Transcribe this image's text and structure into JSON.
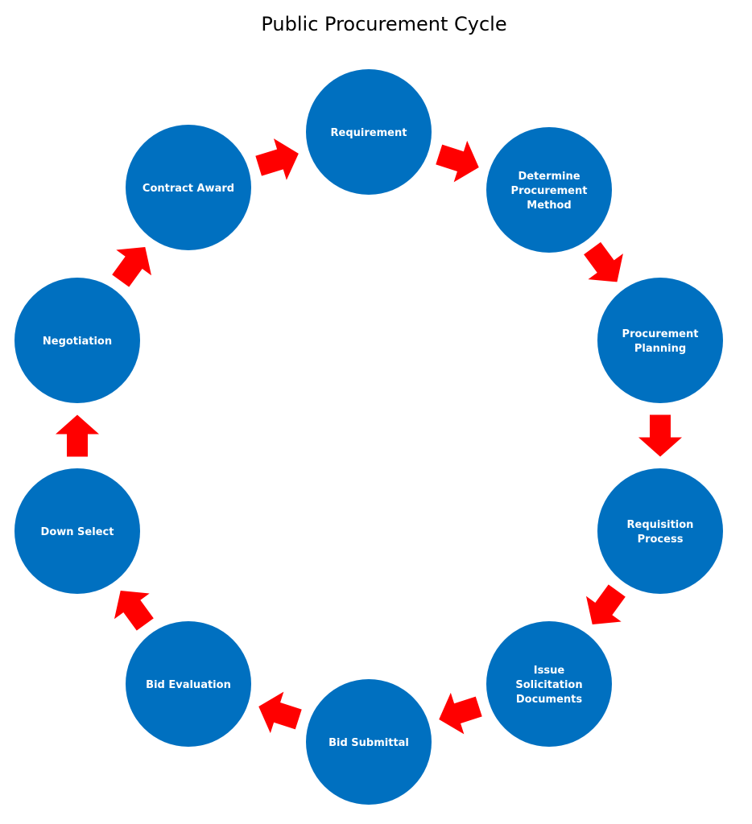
{
  "title": "Public Procurement Cycle",
  "colors": {
    "node_fill": "#0070C0",
    "arrow_fill": "#FF0000",
    "label_text": "#FFFFFF",
    "background": "#FFFFFF"
  },
  "nodes": [
    {
      "id": "requirement",
      "lines": [
        "Requirement"
      ]
    },
    {
      "id": "determine-procurement-method",
      "lines": [
        "Determine",
        "Procurement",
        "Method"
      ]
    },
    {
      "id": "procurement-planning",
      "lines": [
        "Procurement",
        "Planning"
      ]
    },
    {
      "id": "requisition-process",
      "lines": [
        "Requisition",
        "Process"
      ]
    },
    {
      "id": "issue-solicitation-documents",
      "lines": [
        "Issue",
        "Solicitation",
        "Documents"
      ]
    },
    {
      "id": "bid-submittal",
      "lines": [
        "Bid Submittal"
      ]
    },
    {
      "id": "bid-evaluation",
      "lines": [
        "Bid Evaluation"
      ]
    },
    {
      "id": "down-select",
      "lines": [
        "Down Select"
      ]
    },
    {
      "id": "negotiation",
      "lines": [
        "Negotiation"
      ]
    },
    {
      "id": "contract-award",
      "lines": [
        "Contract Award"
      ]
    }
  ],
  "edges": [
    {
      "from": "requirement",
      "to": "determine-procurement-method"
    },
    {
      "from": "determine-procurement-method",
      "to": "procurement-planning"
    },
    {
      "from": "procurement-planning",
      "to": "requisition-process"
    },
    {
      "from": "requisition-process",
      "to": "issue-solicitation-documents"
    },
    {
      "from": "issue-solicitation-documents",
      "to": "bid-submittal"
    },
    {
      "from": "bid-submittal",
      "to": "bid-evaluation"
    },
    {
      "from": "bid-evaluation",
      "to": "down-select"
    },
    {
      "from": "down-select",
      "to": "negotiation"
    },
    {
      "from": "negotiation",
      "to": "contract-award"
    },
    {
      "from": "contract-award",
      "to": "requirement"
    }
  ]
}
